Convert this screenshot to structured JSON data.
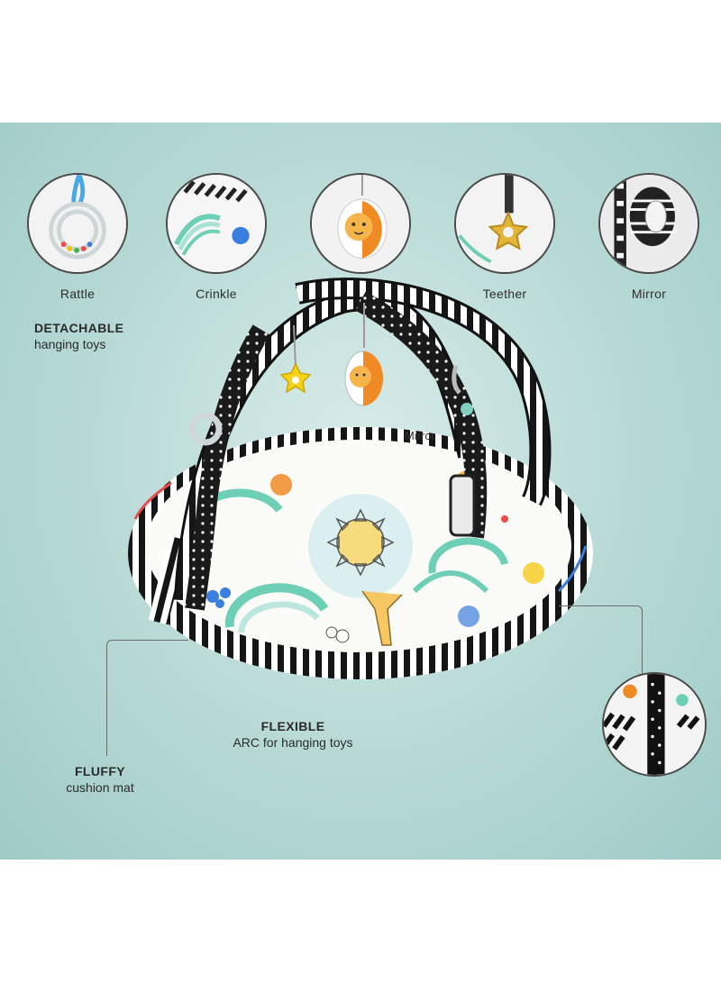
{
  "thumbnails": [
    {
      "id": "rattle",
      "label": "Rattle"
    },
    {
      "id": "crinkle",
      "label": "Crinkle"
    },
    {
      "id": "lion",
      "label": ""
    },
    {
      "id": "teether",
      "label": "Teether"
    },
    {
      "id": "mirror",
      "label": "Mirror"
    }
  ],
  "features": {
    "detachable": {
      "title": "DETACHABLE",
      "subtitle": "hanging toys"
    },
    "flexible": {
      "title": "FLEXIBLE",
      "subtitle": "ARC for hanging toys"
    },
    "fluffy": {
      "title": "FLUFFY",
      "subtitle": "cushion mat"
    }
  },
  "mirror_tag": "Mirror",
  "colors": {
    "background": "#a8d3cf",
    "accent_yellow": "#f5c400",
    "accent_orange": "#f08a24",
    "teal": "#7fd1c3"
  }
}
